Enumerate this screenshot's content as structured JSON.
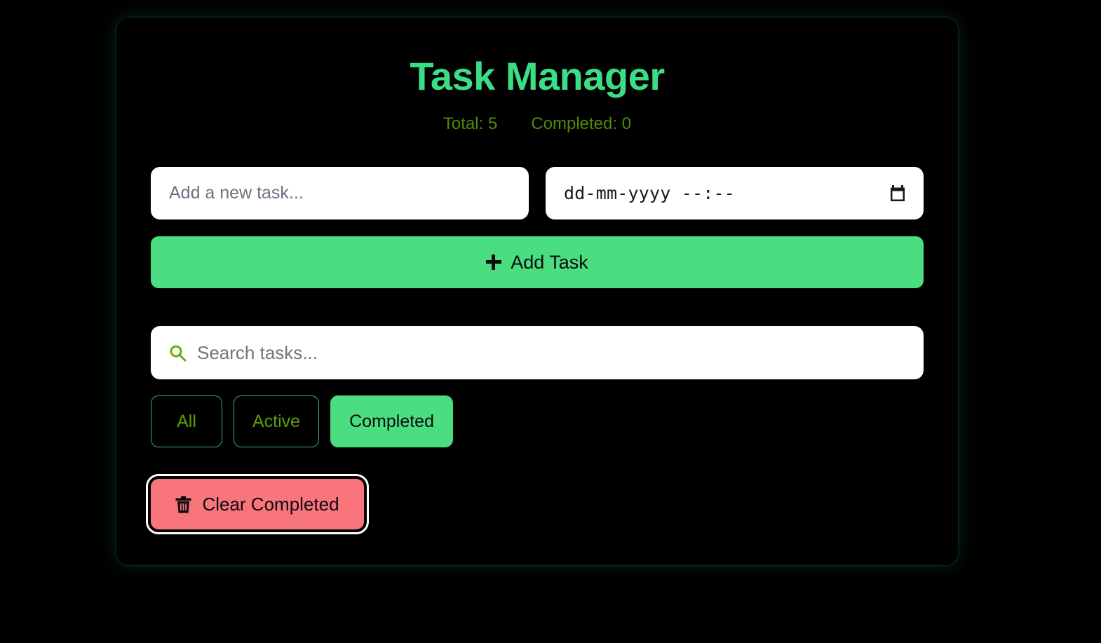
{
  "app": {
    "title": "Task Manager",
    "accent_green": "#4ade80",
    "title_green": "#3bdd85",
    "stats_green": "#4e8c04",
    "danger_red": "#f8767b",
    "background": "#000000"
  },
  "stats": {
    "total_label": "Total: 5",
    "completed_label": "Completed: 0"
  },
  "add_form": {
    "task_input": {
      "value": "",
      "placeholder": "Add a new task..."
    },
    "due_date_input": {
      "value": "",
      "display_text": "dd-mm-yyyy --:--",
      "icon": "calendar-icon"
    },
    "add_button": {
      "label": "Add Task",
      "icon": "plus-icon"
    }
  },
  "search": {
    "icon": "search-icon",
    "value": "",
    "placeholder": "Search tasks..."
  },
  "filters": {
    "active_filter": "Completed",
    "items": [
      {
        "label": "All",
        "active": false
      },
      {
        "label": "Active",
        "active": false
      },
      {
        "label": "Completed",
        "active": true
      }
    ]
  },
  "clear_completed": {
    "label": "Clear Completed",
    "icon": "trash-icon",
    "focused": true
  },
  "task_list": {
    "items": [],
    "empty": true
  }
}
